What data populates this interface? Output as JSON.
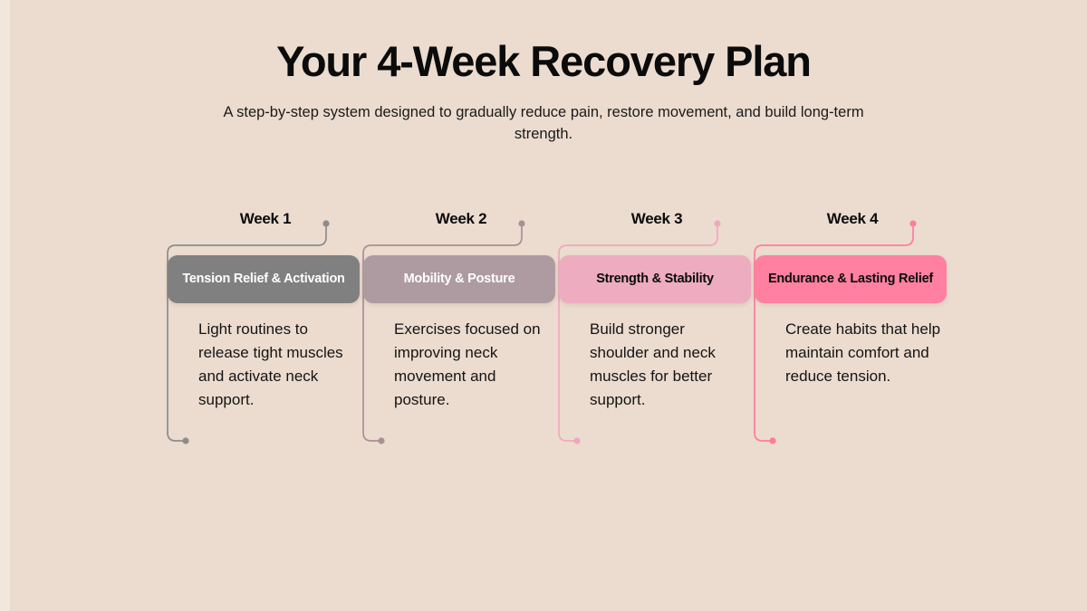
{
  "header": {
    "title": "Your 4-Week Recovery Plan",
    "subtitle": "A step-by-step system designed to gradually reduce pain, restore movement, and build long-term strength."
  },
  "theme": {
    "background": "#EBDCCF",
    "edge_strip": "#F2E7DC",
    "text": "#111111"
  },
  "timeline": {
    "weeks": [
      {
        "label": "Week 1",
        "title": "Tension Relief & Activation",
        "description": "Light routines to release tight muscles and activate neck support.",
        "color": "#808080",
        "title_color": "#FFFFFF",
        "connector_color": "#8C8C8C"
      },
      {
        "label": "Week 2",
        "title": "Mobility & Posture",
        "description": "Exercises focused on improving neck movement and posture.",
        "color": "#AE9BA1",
        "title_color": "#FFFFFF",
        "connector_color": "#A98F96"
      },
      {
        "label": "Week 3",
        "title": "Strength & Stability",
        "description": "Build stronger shoulder and neck muscles for better support.",
        "color": "#EDACC0",
        "title_color": "#0B0B0B",
        "connector_color": "#F0A8BE"
      },
      {
        "label": "Week 4",
        "title": "Endurance & Lasting Relief",
        "description": "Create habits that help maintain comfort and reduce tension.",
        "color": "#FF80A0",
        "title_color": "#0B0B0B",
        "connector_color": "#FF7C9E"
      }
    ]
  }
}
